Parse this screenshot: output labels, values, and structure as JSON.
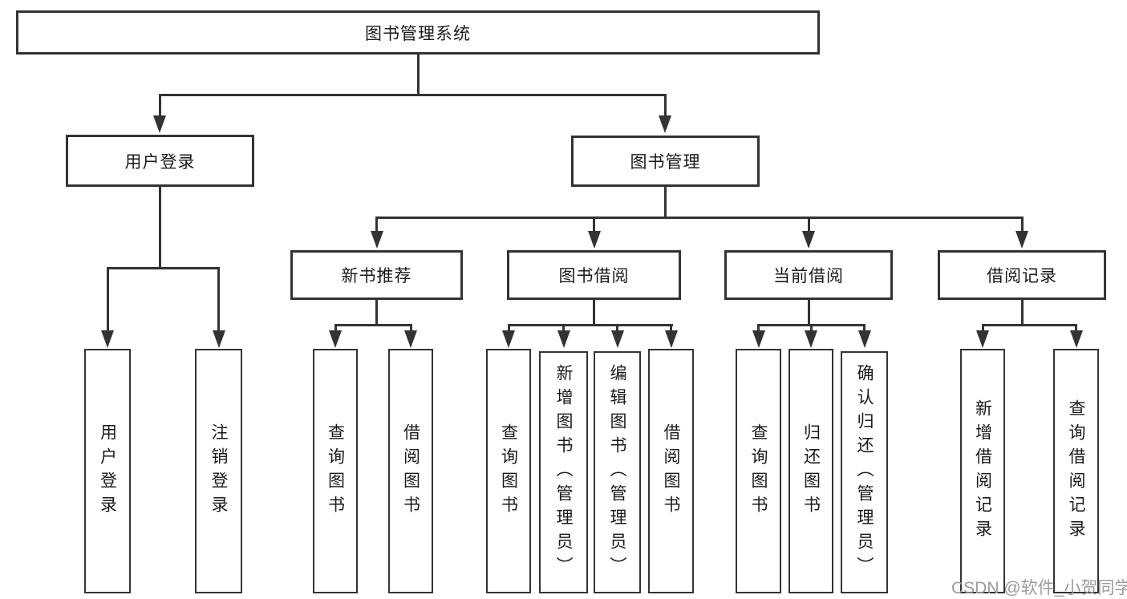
{
  "diagram": {
    "root": "图书管理系统",
    "children": [
      {
        "label": "用户登录",
        "leaves": [
          "用户登录",
          "注销登录"
        ]
      },
      {
        "label": "图书管理",
        "children": [
          {
            "label": "新书推荐",
            "leaves": [
              "查询图书",
              "借阅图书"
            ]
          },
          {
            "label": "图书借阅",
            "leaves": [
              "查询图书",
              "新增图书（管理员）",
              "编辑图书（管理员）",
              "借阅图书"
            ]
          },
          {
            "label": "当前借阅",
            "leaves": [
              "查询图书",
              "归还图书",
              "确认归还（管理员）"
            ]
          },
          {
            "label": "借阅记录",
            "leaves": [
              "新增借阅记录",
              "查询借阅记录"
            ]
          }
        ]
      }
    ]
  },
  "watermark": "CSDN @软件_小贺同学",
  "colors": {
    "line": "#333333",
    "text": "#1a1a1a",
    "watermark": "#9b9b9b",
    "background": "#ffffff"
  }
}
